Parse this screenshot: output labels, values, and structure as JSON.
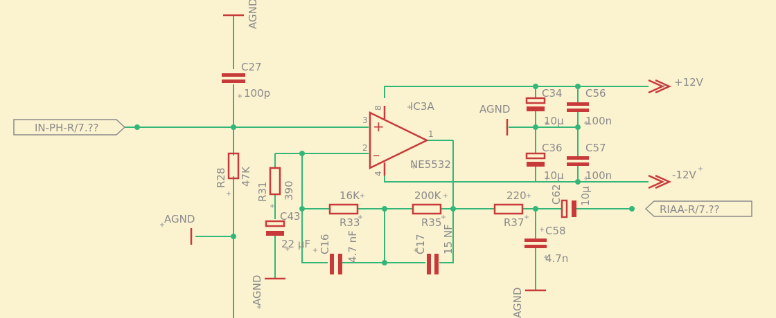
{
  "ports": {
    "input": "IN-PH-R/7.??",
    "output": "RIAA-R/7.??"
  },
  "rails": {
    "pos": "+12V",
    "neg": "-12V"
  },
  "ground": "AGND",
  "opamp": {
    "name": "IC3A",
    "value": "NE5532",
    "pin_plus": "+",
    "pin_minus": "–",
    "pin3": "3",
    "pin2": "2",
    "pin1": "1",
    "pin8": "8",
    "pin4": "4"
  },
  "parts": {
    "C27": {
      "name": "C27",
      "value": "100p"
    },
    "R28": {
      "name": "R28",
      "value": "47K"
    },
    "R31": {
      "name": "R31",
      "value": "390"
    },
    "C43": {
      "name": "C43",
      "value": "22 µF"
    },
    "R33": {
      "name": "R33",
      "value": "16K"
    },
    "C16": {
      "name": "C16",
      "value": "4.7 nF"
    },
    "R35": {
      "name": "R35",
      "value": "200K"
    },
    "C17": {
      "name": "C17",
      "value": "15 NF"
    },
    "R37": {
      "name": "R37",
      "value": "220"
    },
    "C62": {
      "name": "C62",
      "value": "10µ"
    },
    "C58": {
      "name": "C58",
      "value": "4.7n"
    },
    "C34": {
      "name": "C34",
      "value": "10µ"
    },
    "C56": {
      "name": "C56",
      "value": "100n"
    },
    "C36": {
      "name": "C36",
      "value": "10µ"
    },
    "C57": {
      "name": "C57",
      "value": "100n"
    }
  }
}
